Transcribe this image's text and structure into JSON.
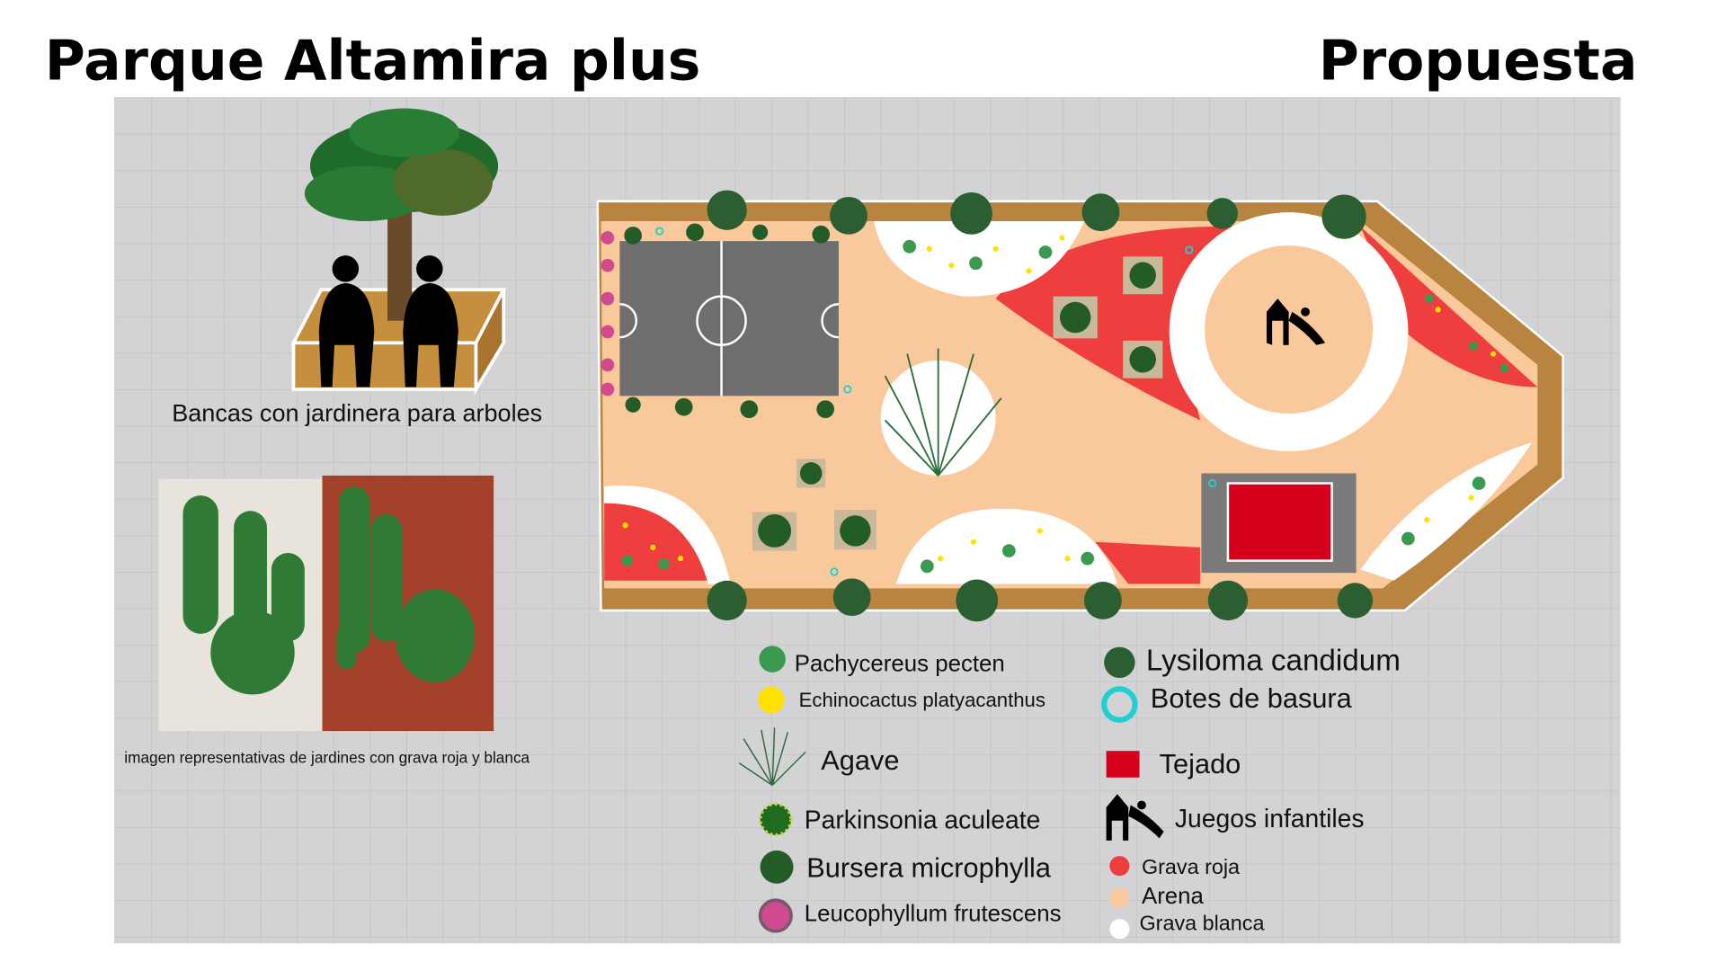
{
  "header": {
    "title": "Parque Altamira plus",
    "subtitle": "Propuesta"
  },
  "bench_caption": "Bancas con jardinera para arboles",
  "photos_caption": "imagen representativas de jardines con grava roja y blanca",
  "legend": {
    "left": [
      {
        "icon": "green-dot-icon",
        "label": "Pachycereus pecten",
        "color": "#3a9a50"
      },
      {
        "icon": "yellow-dot-icon",
        "label": "Echinocactus platyacanthus",
        "color": "#ffe000"
      },
      {
        "icon": "agave-icon",
        "label": "Agave",
        "color": "#2e6b3a"
      },
      {
        "icon": "parkinsonia-icon",
        "label": "Parkinsonia aculeate",
        "color": "#1f6b1f"
      },
      {
        "icon": "bursera-icon",
        "label": "Bursera microphylla",
        "color": "#245c28"
      },
      {
        "icon": "leucophyllum-icon",
        "label": "Leucophyllum frutescens",
        "color": "#d04a90"
      }
    ],
    "right": [
      {
        "icon": "lysiloma-icon",
        "label": "Lysiloma candidum",
        "color": "#2b5e30"
      },
      {
        "icon": "trash-bin-icon",
        "label": "Botes de basura",
        "color": "#20d0d0"
      },
      {
        "icon": "roof-icon",
        "label": "Tejado",
        "color": "#d6001c"
      },
      {
        "icon": "playground-icon",
        "label": "Juegos infantiles",
        "color": "#000000"
      },
      {
        "icon": "red-gravel-icon",
        "label": "Grava roja",
        "color": "#ee3e3e"
      },
      {
        "icon": "sand-icon",
        "label": "Arena",
        "color": "#f9c99c"
      },
      {
        "icon": "white-gravel-icon",
        "label": "Grava blanca",
        "color": "#ffffff"
      }
    ]
  },
  "colors": {
    "grid_bg": "#d3d3d5",
    "sand": "#f9c99c",
    "border": "#b8843f",
    "red_gravel": "#ef3e3e",
    "court": "#6e6e6e"
  }
}
